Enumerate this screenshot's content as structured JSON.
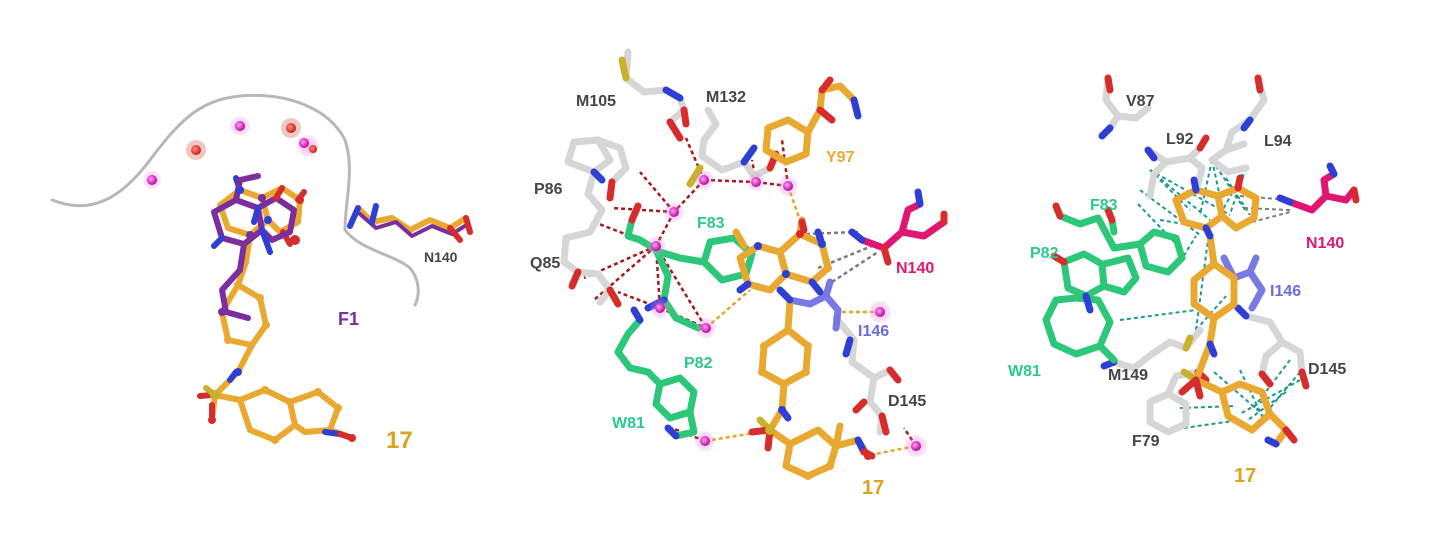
{
  "colors": {
    "ligand": "#E9A930",
    "fragment": "#7B2F9E",
    "nitrogen": "#2F3FD6",
    "oxygen": "#D62C2C",
    "sulfur": "#C9B12C",
    "carbon_white": "#D6D6D6",
    "protein_green": "#2DC77A",
    "n140": "#E01672",
    "i146": "#6B6BE0",
    "water": "#E43CCB",
    "hbond_red": "#A31B1B",
    "hbond_gold": "#E5A52A",
    "hbond_grey": "#7D7D7D",
    "hydrophobic": "#1E9A8E",
    "label_grey": "#454545",
    "label_green": "#2CC88E"
  },
  "panel1": {
    "n140": "N140",
    "f1": "F1",
    "compound": "17"
  },
  "panel2": {
    "m105": "M105",
    "m132": "M132",
    "y97": "Y97",
    "p86": "P86",
    "f83": "F83",
    "n140": "N140",
    "q85": "Q85",
    "i146": "I146",
    "p82": "P82",
    "w81": "W81",
    "d145": "D145",
    "compound": "17"
  },
  "panel3": {
    "v87": "V87",
    "l92": "L92",
    "l94": "L94",
    "f83": "F83",
    "n140": "N140",
    "p82": "P82",
    "i146": "I146",
    "w81": "W81",
    "m149": "M149",
    "d145": "D145",
    "f79": "F79",
    "compound": "17"
  }
}
